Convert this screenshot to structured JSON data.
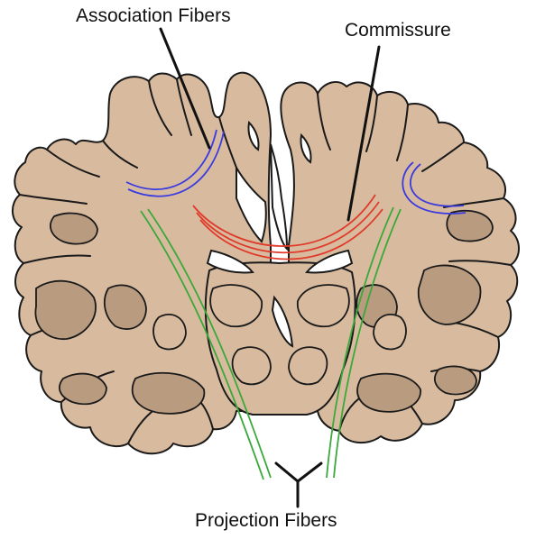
{
  "labels": {
    "association": "Association Fibers",
    "commissure": "Commissure",
    "projection": "Projection Fibers"
  },
  "colors": {
    "tissue": "#d8bb9f",
    "tissue_dark": "#b99b80",
    "outline": "#1a1a1a",
    "association_fibers": "#3a3ae0",
    "commissure_fibers": "#e03a2a",
    "projection_fibers": "#3aa83a",
    "background": "#ffffff"
  }
}
